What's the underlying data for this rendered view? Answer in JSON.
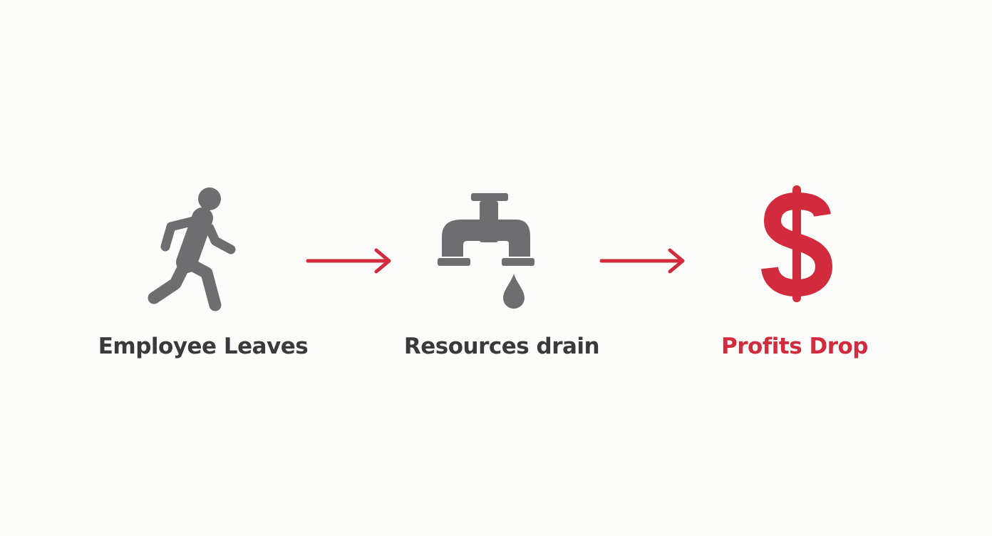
{
  "colors": {
    "background": "#fcfcfb",
    "icon_gray": "#6e6e70",
    "text_dark": "#3a3a3c",
    "accent_red": "#d22b3d"
  },
  "steps": [
    {
      "label": "Employee Leaves",
      "icon": "walking-person-icon"
    },
    {
      "label": "Resources drain",
      "icon": "faucet-drip-icon"
    },
    {
      "label": "Profits Drop",
      "icon": "dollar-sign-icon"
    }
  ],
  "connectors": [
    {
      "from": "Employee Leaves",
      "to": "Resources drain",
      "icon": "right-arrow-icon"
    },
    {
      "from": "Resources drain",
      "to": "Profits Drop",
      "icon": "right-arrow-icon"
    }
  ]
}
